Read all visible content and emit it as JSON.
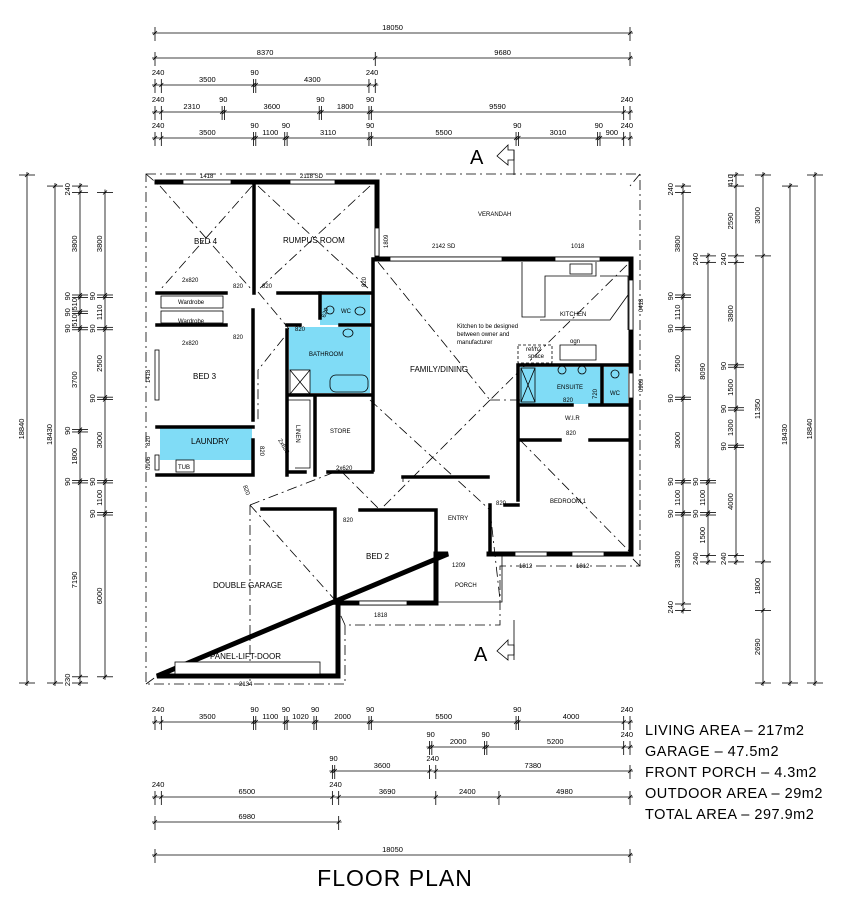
{
  "title": "FLOOR PLAN",
  "section_marker": "A",
  "rooms": {
    "bed4": "BED 4",
    "rumpus": "RUMPUS ROOM",
    "wardrobe1": "Wardrobe",
    "wardrobe2": "Wardrobe",
    "bed3": "BED 3",
    "laundry": "LAUNDRY",
    "tub": "TUB",
    "wc1": "WC",
    "bathroom": "BATHROOM",
    "linen": "LINEN",
    "store": "STORE",
    "verandah": "VERANDAH",
    "kitchen": "KITCHEN",
    "family": "FAMILY/DINING",
    "ensuite": "ENSUITE",
    "wc2": "WC",
    "wir": "W.I.R",
    "bedroom1": "BEDROOM 1",
    "entry": "ENTRY",
    "bed2": "BED 2",
    "porch": "PORCH",
    "garage": "DOUBLE GARAGE",
    "garage_door": "PANEL-LIFT-DOOR"
  },
  "notes": {
    "kitchen_note": [
      "Kitchen to be designed",
      "between owner and",
      "manufacturer"
    ],
    "fridge": [
      "ref/h2",
      "space"
    ],
    "oven": "ogn"
  },
  "openings": {
    "w_bed4_top": "1418",
    "sd_rumpus_top": "2118 SD",
    "w_rumpus_side": "1809",
    "sd_family": "2142 SD",
    "w_kitchen": "1018",
    "w_kitchen_side": "0418",
    "w_ensuite_side": "0909",
    "w_bed3_side": "1418",
    "d_laundry_ext": "820",
    "w_laundry": "0906",
    "d_bed4": "820",
    "d_rumpus": "820",
    "d_rumpus2": "820",
    "d_wc": "620",
    "d_bath": "820",
    "d_bed3": "820",
    "d_laundry": "820",
    "d_linen": "2x620",
    "d_store": "2x620",
    "d_garage": "820",
    "d_bed2": "820",
    "d_bed1": "820",
    "d_ensuite": "820",
    "d_ensuite_wc": "720",
    "d_wir": "820",
    "robe_bed4": "2x820",
    "robe_bed3": "2x820",
    "w_bed1_a": "1812",
    "w_bed1_b": "1812",
    "w_bed2": "1818",
    "d_entry": "1209",
    "garage_door_width": "2134"
  },
  "dimensions": {
    "top": [
      [
        18050
      ],
      [
        8370,
        9680
      ],
      [
        240,
        3500,
        90,
        4300,
        240
      ],
      [
        240,
        2310,
        90,
        3600,
        90,
        1800,
        90,
        9590,
        240
      ],
      [
        240,
        3500,
        90,
        1100,
        90,
        3110,
        90,
        5500,
        90,
        3010,
        90,
        900,
        240
      ]
    ],
    "bottom": [
      [
        240,
        3500,
        90,
        1100,
        90,
        1020,
        90,
        2000,
        90,
        5500,
        90,
        4000,
        240
      ],
      [
        90,
        2000,
        90,
        5200,
        240
      ],
      [
        90,
        3600,
        240,
        7380
      ],
      [
        240,
        6500,
        240,
        3690,
        2400,
        4980
      ],
      [
        6980
      ],
      [
        18050
      ]
    ],
    "left": [
      [
        18840
      ],
      [
        18430
      ],
      [
        240,
        3800,
        90,
        510,
        90,
        510,
        90,
        3700,
        90,
        1800,
        90,
        7190,
        230
      ],
      [
        3800,
        90,
        1110,
        90,
        2500,
        90,
        3000,
        90,
        1100,
        90,
        6000
      ]
    ],
    "right": [
      [
        240,
        3800,
        90,
        1110,
        90,
        2500,
        90,
        3000,
        90,
        1100,
        90,
        3300,
        240
      ],
      [
        240,
        8090,
        90,
        1100,
        90,
        1500,
        240
      ],
      [
        410,
        2590,
        240,
        3800,
        90,
        1500,
        90,
        1300,
        90,
        4000,
        240
      ],
      [
        3000,
        11350,
        1800,
        2690
      ],
      [
        18430
      ],
      [
        18840
      ]
    ]
  },
  "areas": [
    "LIVING AREA – 217m2",
    "GARAGE – 47.5m2",
    "FRONT PORCH – 4.3m2",
    "OUTDOOR AREA – 29m2",
    "TOTAL AREA – 297.9m2"
  ],
  "colors": {
    "wet_area": "#80dcf6"
  }
}
